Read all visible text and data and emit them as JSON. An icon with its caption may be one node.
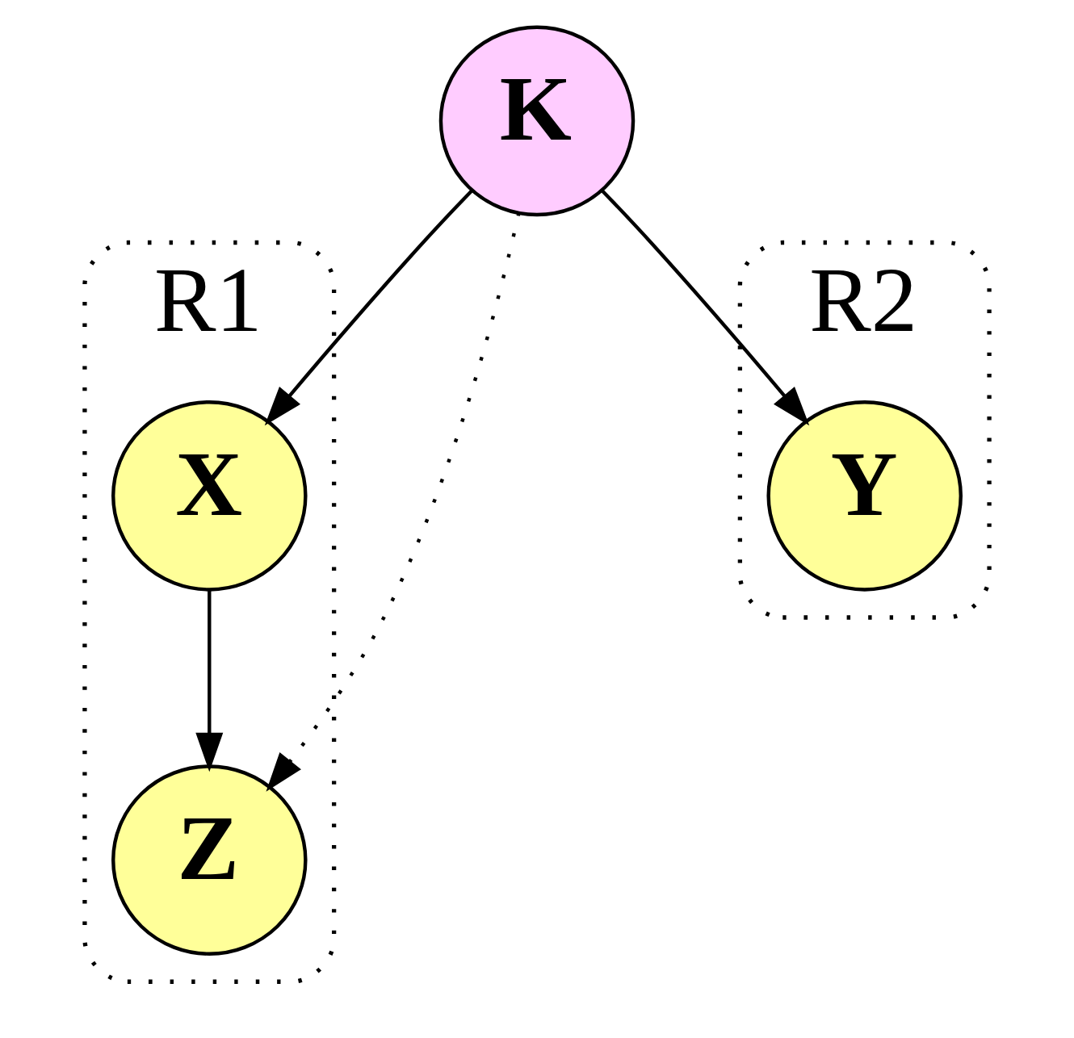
{
  "diagram": {
    "nodes": [
      {
        "text": [
          "R1"
        ]
      },
      {
        "text": [
          "R2"
        ]
      },
      {
        "text": [
          "K"
        ]
      },
      {
        "text": [
          "X"
        ],
        "in": 0
      },
      {
        "text": [
          "Y"
        ],
        "in": 1
      },
      {
        "text": [
          "Z"
        ],
        "in": 0
      }
    ],
    "edges": [
      {
        "from": 2,
        "to": 3,
        "arrow": "to"
      },
      {
        "from": 2,
        "to": 4,
        "arrow": "to"
      },
      {
        "from": 2,
        "to": 5,
        "arrow": "to",
        "style": "dashed"
      },
      {
        "from": 3,
        "to": 5,
        "arrow": "to"
      }
    ]
  }
}
